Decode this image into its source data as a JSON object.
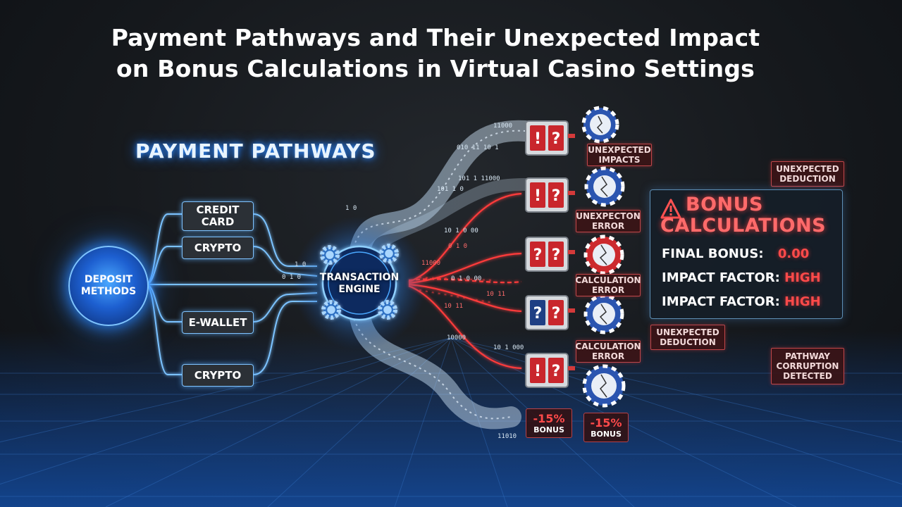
{
  "title": {
    "line1": "Payment Pathways and Their Unexpected Impact",
    "line2": "on Bonus Calculations in Virtual Casino Settings"
  },
  "section_title": "PAYMENT PATHWAYS",
  "deposit": {
    "line1": "DEPOSIT",
    "line2": "METHODS"
  },
  "methods": {
    "credit_card": {
      "line1": "CREDIT",
      "line2": "CARD"
    },
    "crypto_1": "CRYPTO",
    "e_wallet": "E-WALLET",
    "crypto_2": "CRYPTO"
  },
  "engine": {
    "line1": "TRANSACTION",
    "line2": "ENGINE"
  },
  "tags": {
    "unexpected_impacts": {
      "line1": "UNEXPECTED",
      "line2": "IMPACTS"
    },
    "unexpecton_error": {
      "line1": "UNEXPECTON",
      "line2": "ERROR"
    },
    "calculation_error_1": {
      "line1": "CALCULATION",
      "line2": "ERROR"
    },
    "calculation_error_2": {
      "line1": "CALCULATION",
      "line2": "ERROR"
    },
    "unexpected_deduction_top": {
      "line1": "UNEXPECTED",
      "line2": "DEDUCTION"
    },
    "unexpected_deduction_mid": {
      "line1": "UNEXPECTED",
      "line2": "DEDUCTION"
    },
    "pathway_corruption": {
      "line1": "PATHWAY",
      "line2": "CORRUPTION",
      "line3": "DETECTED"
    }
  },
  "bonus_tags": [
    {
      "pct": "-15%",
      "label": "BONUS"
    },
    {
      "pct": "-15%",
      "label": "BONUS"
    }
  ],
  "panel": {
    "title_line1": "BONUS",
    "title_line2": "CALCULATIONS",
    "final_bonus_label": "FINAL BONUS:",
    "final_bonus_value": "0.00",
    "impact_factor_label_1": "IMPACT FACTOR:",
    "impact_factor_value_1": "HIGH",
    "impact_factor_label_2": "IMPACT FACTOR:",
    "impact_factor_value_2": "HIGH"
  },
  "binary": {
    "b1": "11000",
    "b2": "010 11 10 1",
    "b3": "101 1 11000",
    "b4": "101 1 0",
    "b5": "10 1 0 00",
    "b6": "1 0",
    "b7": "0 1 0",
    "b8": "0 1 0 00",
    "b9": "1 0",
    "b10": "0 1 0",
    "b11": "11000",
    "b12": "10 1 000",
    "b13": "10000",
    "b14": "11010",
    "b15": "10 11",
    "b16": "10 11"
  },
  "icons": {
    "slot": "slot-machine-icon",
    "chip": "casino-chip-icon",
    "gear": "gear-icon",
    "warning": "warning-triangle-icon"
  },
  "colors": {
    "accent_blue": "#2f8cff",
    "alert_red": "#ff4a4a",
    "background": "#16191d"
  }
}
